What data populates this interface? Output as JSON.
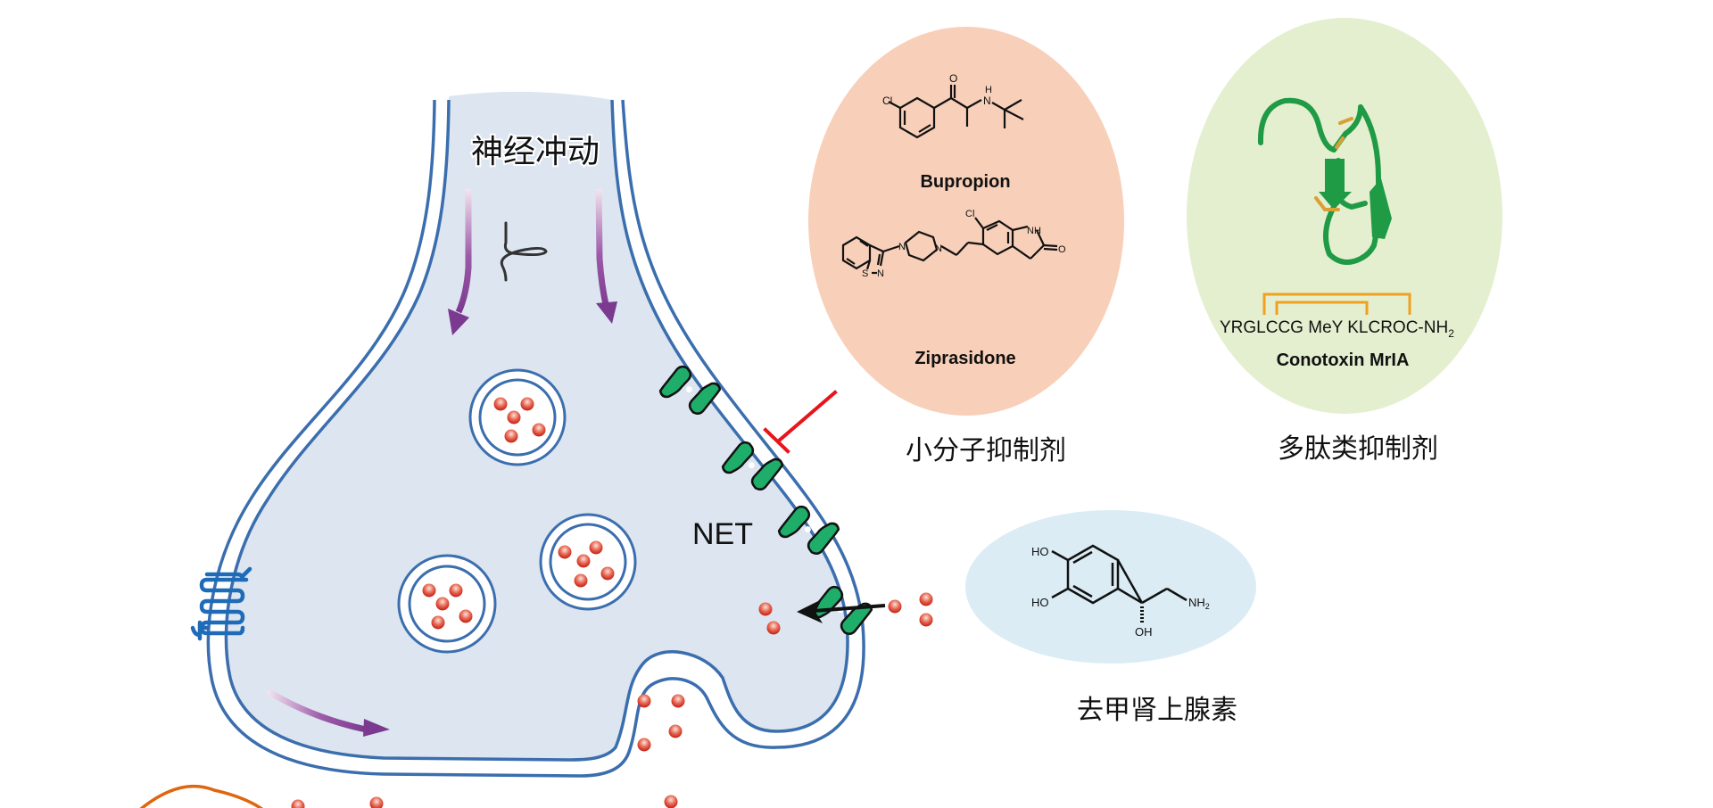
{
  "figure": {
    "nerve_impulse_label": "神经冲动",
    "transporter_label": "NET",
    "colors": {
      "cytoplasm": "#dce5f0",
      "membrane": "#3b6eae",
      "impulse_arrow": "#7b3a8f",
      "transporter": "#1fad6a",
      "neurotransmitter": "#d83a2a",
      "inhibition": "#e8141c",
      "small_molecule_bg": "#f8cfb9",
      "peptide_bg": "#e4efd0",
      "norepinephrine_bg": "#dbecf5",
      "disulfide": "#f0a020",
      "orange_curve": "#e0650f",
      "left_channel": "#1e6bb8"
    }
  },
  "small_molecule": {
    "group_label": "小分子抑制剂",
    "compounds": [
      {
        "name": "Bupropion",
        "atoms": [
          "Cl",
          "O",
          "H",
          "N"
        ]
      },
      {
        "name": "Ziprasidone",
        "atoms": [
          "Cl",
          "NH",
          "O",
          "N",
          "N",
          "S",
          "N"
        ]
      }
    ]
  },
  "peptide": {
    "group_label": "多肽类抑制剂",
    "sequence": "YRGLCCG MeY KLCROC-NH",
    "sequence_subscript": "2",
    "name": "Conotoxin MrIA"
  },
  "norepinephrine": {
    "label": "去甲肾上腺素",
    "atoms": [
      "HO",
      "HO",
      "NH",
      "2",
      "OH"
    ]
  }
}
